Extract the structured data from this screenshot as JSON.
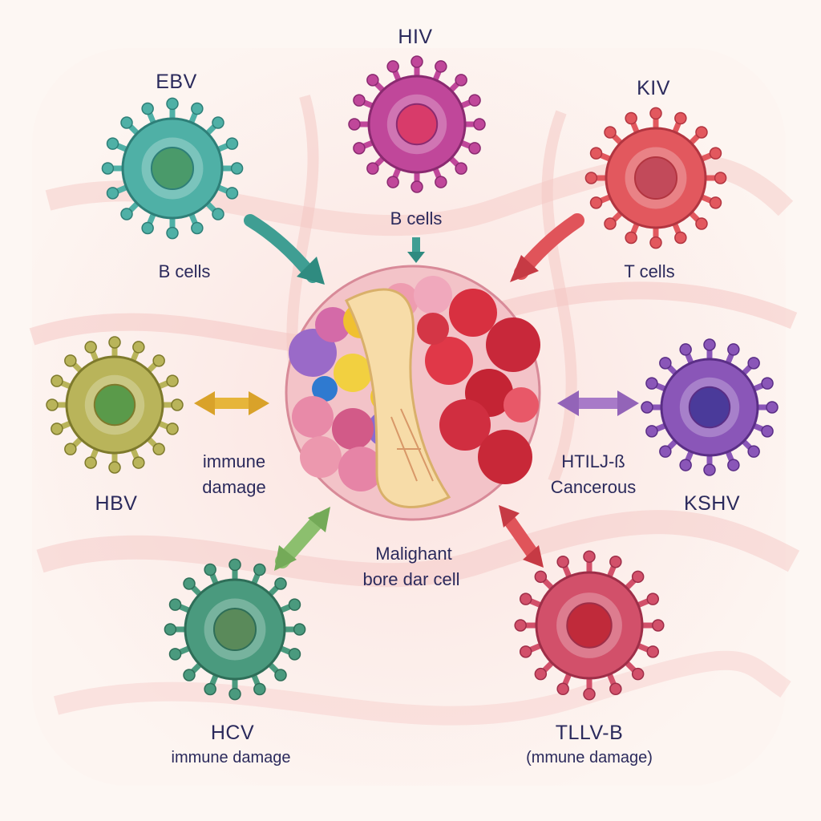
{
  "viruses": [
    {
      "key": "ebv",
      "label": "EBV",
      "target": "B cells",
      "color": "#4fb0a6",
      "dark": "#2e7f78",
      "core": "#4a9a6a"
    },
    {
      "key": "hiv",
      "label": "HIV",
      "target": "B cells",
      "color": "#c0479a",
      "dark": "#8a2a70",
      "core": "#d83b6a"
    },
    {
      "key": "kiv",
      "label": "KIV",
      "target": "T cells",
      "color": "#e2585e",
      "dark": "#b23540",
      "core": "#c24a5a"
    },
    {
      "key": "hbv",
      "label": "HBV",
      "target": "immune damage",
      "color": "#b9b45a",
      "dark": "#7e7a2c",
      "core": "#5a9a4a"
    },
    {
      "key": "kshv",
      "label": "KSHV",
      "target": "HTILJ-ß Cancerous",
      "color": "#8a56b8",
      "dark": "#5a2e86",
      "core": "#4a3a9a"
    },
    {
      "key": "hcv",
      "label": "HCV",
      "target": "immune damage",
      "color": "#4a9a7e",
      "dark": "#2e6e58",
      "core": "#5a8a5a"
    },
    {
      "key": "tllv",
      "label": "TLLV-B",
      "target": "(mmune damage)",
      "color": "#d2506a",
      "dark": "#9e2e48",
      "core": "#c02a3a"
    }
  ],
  "labels": {
    "ebv": "EBV",
    "ebv_target": "B cells",
    "hiv": "HIV",
    "hiv_target": "B cells",
    "kiv": "KIV",
    "kiv_target": "T cells",
    "hbv": "HBV",
    "hbv_target_line1": "immune",
    "hbv_target_line2": "damage",
    "kshv": "KSHV",
    "kshv_target_line1": "HTILJ-ß",
    "kshv_target_line2": "Cancerous",
    "hcv": "HCV",
    "hcv_target": "immune damage",
    "tllv": "TLLV-B",
    "tllv_target": "(mmune damage)",
    "center_line1": "Malighant",
    "center_line2": "bore dar cell"
  }
}
